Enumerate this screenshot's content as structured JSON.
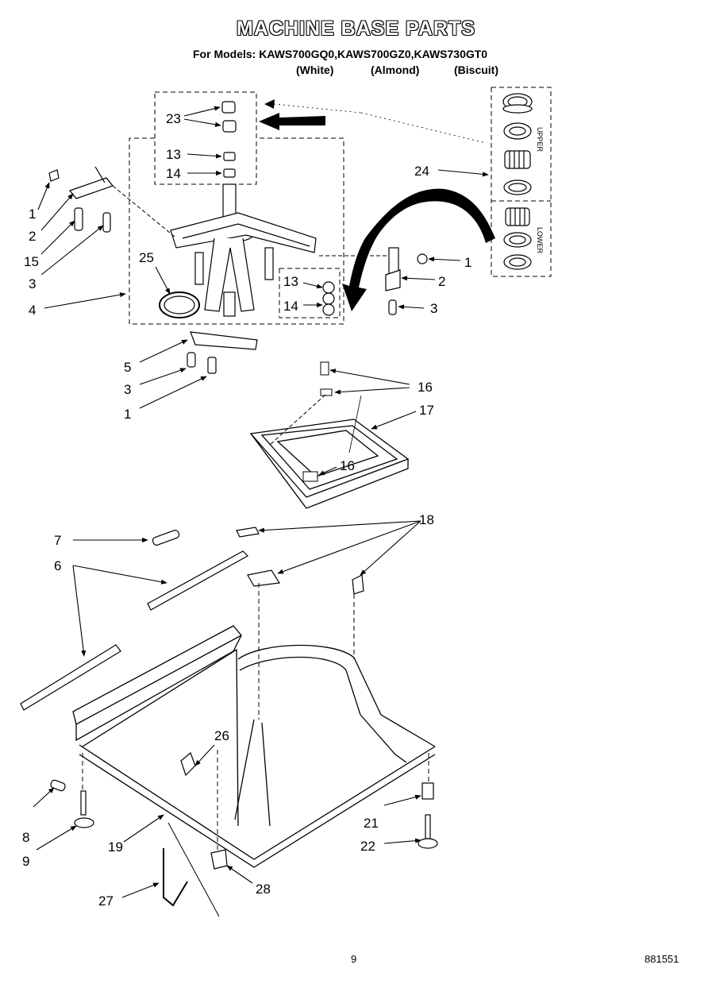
{
  "title": "MACHINE BASE PARTS",
  "models_line": "For Models: KAWS700GQ0,KAWS700GZ0,KAWS730GT0",
  "variants": [
    "(White)",
    "(Almond)",
    "(Biscuit)"
  ],
  "side_labels": {
    "upper": "UPPER",
    "lower": "LOWER"
  },
  "callouts": [
    {
      "id": "c23",
      "text": "23"
    },
    {
      "id": "c13a",
      "text": "13"
    },
    {
      "id": "c14a",
      "text": "14"
    },
    {
      "id": "c24",
      "text": "24"
    },
    {
      "id": "c1a",
      "text": "1"
    },
    {
      "id": "c2a",
      "text": "2"
    },
    {
      "id": "c15",
      "text": "15"
    },
    {
      "id": "c3a",
      "text": "3"
    },
    {
      "id": "c25",
      "text": "25"
    },
    {
      "id": "c4",
      "text": "4"
    },
    {
      "id": "c1b",
      "text": "1"
    },
    {
      "id": "c2b",
      "text": "2"
    },
    {
      "id": "c13b",
      "text": "13"
    },
    {
      "id": "c14b",
      "text": "14"
    },
    {
      "id": "c3b",
      "text": "3"
    },
    {
      "id": "c5",
      "text": "5"
    },
    {
      "id": "c3c",
      "text": "3"
    },
    {
      "id": "c1c",
      "text": "1"
    },
    {
      "id": "c16a",
      "text": "16"
    },
    {
      "id": "c17",
      "text": "17"
    },
    {
      "id": "c16b",
      "text": "16"
    },
    {
      "id": "c18",
      "text": "18"
    },
    {
      "id": "c7",
      "text": "7"
    },
    {
      "id": "c6",
      "text": "6"
    },
    {
      "id": "c26",
      "text": "26"
    },
    {
      "id": "c8",
      "text": "8"
    },
    {
      "id": "c9",
      "text": "9"
    },
    {
      "id": "c19",
      "text": "19"
    },
    {
      "id": "c21",
      "text": "21"
    },
    {
      "id": "c22",
      "text": "22"
    },
    {
      "id": "c27",
      "text": "27"
    },
    {
      "id": "c28",
      "text": "28"
    }
  ],
  "page_number": "9",
  "document_number": "881551"
}
